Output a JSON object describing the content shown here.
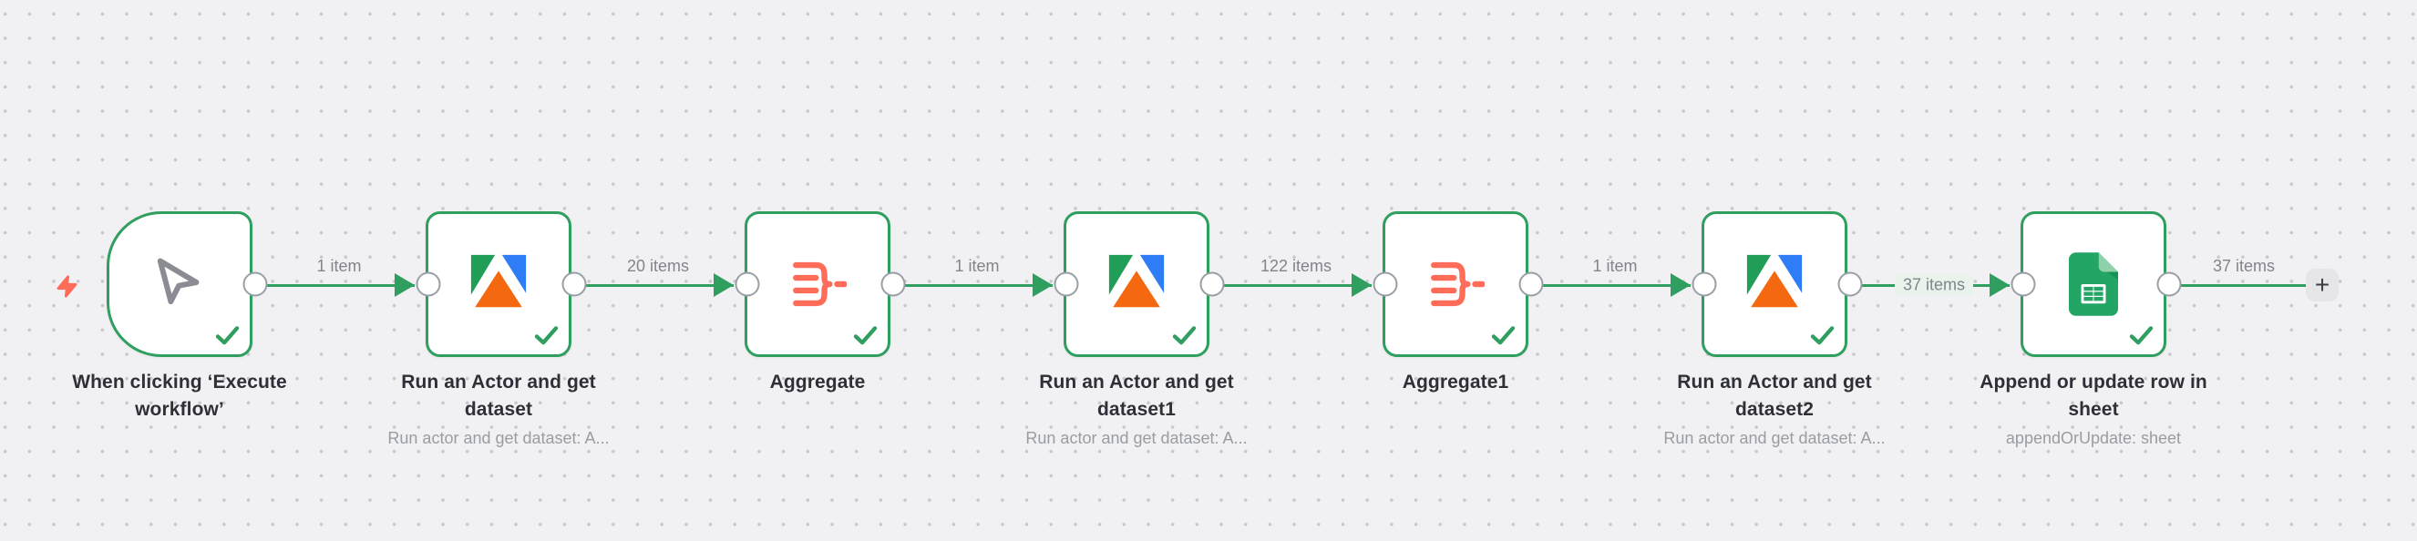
{
  "workflow": {
    "nodes": [
      {
        "id": "manual-trigger",
        "title": "When clicking ‘Execute\nworkflow’",
        "icon": "cursor-icon",
        "status": "success"
      },
      {
        "id": "apify-run-actor",
        "title": "Run an Actor and get\ndataset",
        "subtitle": "Run actor and get dataset: A...",
        "icon": "apify-icon",
        "status": "success"
      },
      {
        "id": "aggregate",
        "title": "Aggregate",
        "icon": "aggregate-icon",
        "status": "success"
      },
      {
        "id": "apify-run-actor-1",
        "title": "Run an Actor and get\ndataset1",
        "subtitle": "Run actor and get dataset: A...",
        "icon": "apify-icon",
        "status": "success"
      },
      {
        "id": "aggregate-1",
        "title": "Aggregate1",
        "icon": "aggregate-icon",
        "status": "success"
      },
      {
        "id": "apify-run-actor-2",
        "title": "Run an Actor and get\ndataset2",
        "subtitle": "Run actor and get dataset: A...",
        "icon": "apify-icon",
        "status": "success"
      },
      {
        "id": "google-sheets-append",
        "title": "Append or update row in\nsheet",
        "subtitle": "appendOrUpdate: sheet",
        "icon": "google-sheets-icon",
        "status": "success"
      }
    ],
    "connections": [
      {
        "label": "1 item"
      },
      {
        "label": "20 items"
      },
      {
        "label": "1 item"
      },
      {
        "label": "122 items"
      },
      {
        "label": "1 item"
      },
      {
        "label": "37 items",
        "label_on_line": true
      },
      {
        "label": "37 items"
      }
    ],
    "add_button": {
      "label": "+"
    }
  },
  "colors": {
    "success_green": "#2f9e5f",
    "canvas_bg": "#f1f1f3",
    "canvas_dots": "#c7c7cc",
    "coral_accent": "#ff6d5a",
    "title_text": "#2f3037",
    "subtitle_text": "#9a9ca3",
    "items_label_text": "#83838c",
    "apify_green": "#209e57",
    "apify_blue": "#2e7cf6",
    "apify_orange": "#f4690f",
    "sheets_green": "#23a566",
    "sheets_fold": "#8ed1ab",
    "cursor_gray": "#8b8b94",
    "port_border": "#98a0a6",
    "add_button_bg": "#e6e6e9"
  }
}
